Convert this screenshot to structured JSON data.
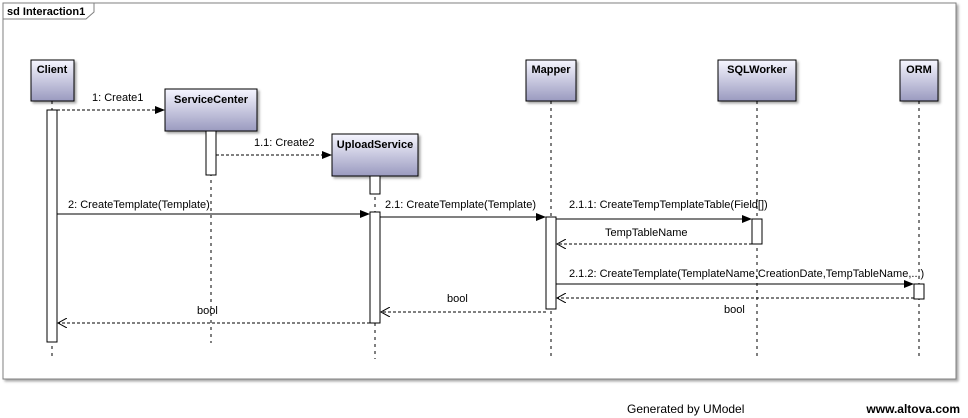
{
  "frame": {
    "title": "sd Interaction1"
  },
  "lifelines": [
    {
      "id": "client",
      "label": "Client"
    },
    {
      "id": "servicecenter",
      "label": "ServiceCenter"
    },
    {
      "id": "uploadservice",
      "label": "UploadService"
    },
    {
      "id": "mapper",
      "label": "Mapper"
    },
    {
      "id": "sqlworker",
      "label": "SQLWorker"
    },
    {
      "id": "orm",
      "label": "ORM"
    }
  ],
  "messages": [
    {
      "id": "m1",
      "label": "1: Create1",
      "kind": "create"
    },
    {
      "id": "m11",
      "label": "1.1: Create2",
      "kind": "create"
    },
    {
      "id": "m2",
      "label": "2: CreateTemplate(Template)",
      "kind": "call"
    },
    {
      "id": "m21",
      "label": "2.1: CreateTemplate(Template)",
      "kind": "call"
    },
    {
      "id": "m211",
      "label": "2.1.1: CreateTempTemplateTable(Field[])",
      "kind": "call"
    },
    {
      "id": "r211",
      "label": "TempTableName",
      "kind": "return"
    },
    {
      "id": "m212",
      "label": "2.1.2: CreateTemplate(TemplateName,CreationDate,TempTableName,...)",
      "kind": "call"
    },
    {
      "id": "r212",
      "label": "bool",
      "kind": "return"
    },
    {
      "id": "r21",
      "label": "bool",
      "kind": "return"
    },
    {
      "id": "r2",
      "label": "bool",
      "kind": "return"
    }
  ],
  "footer": {
    "generated": "Generated by UModel",
    "website": "www.altova.com"
  },
  "colors": {
    "frame_stroke": "#808080",
    "box_top": "#f4f4ff",
    "box_bottom": "#9b9bbf",
    "line": "#000000"
  }
}
